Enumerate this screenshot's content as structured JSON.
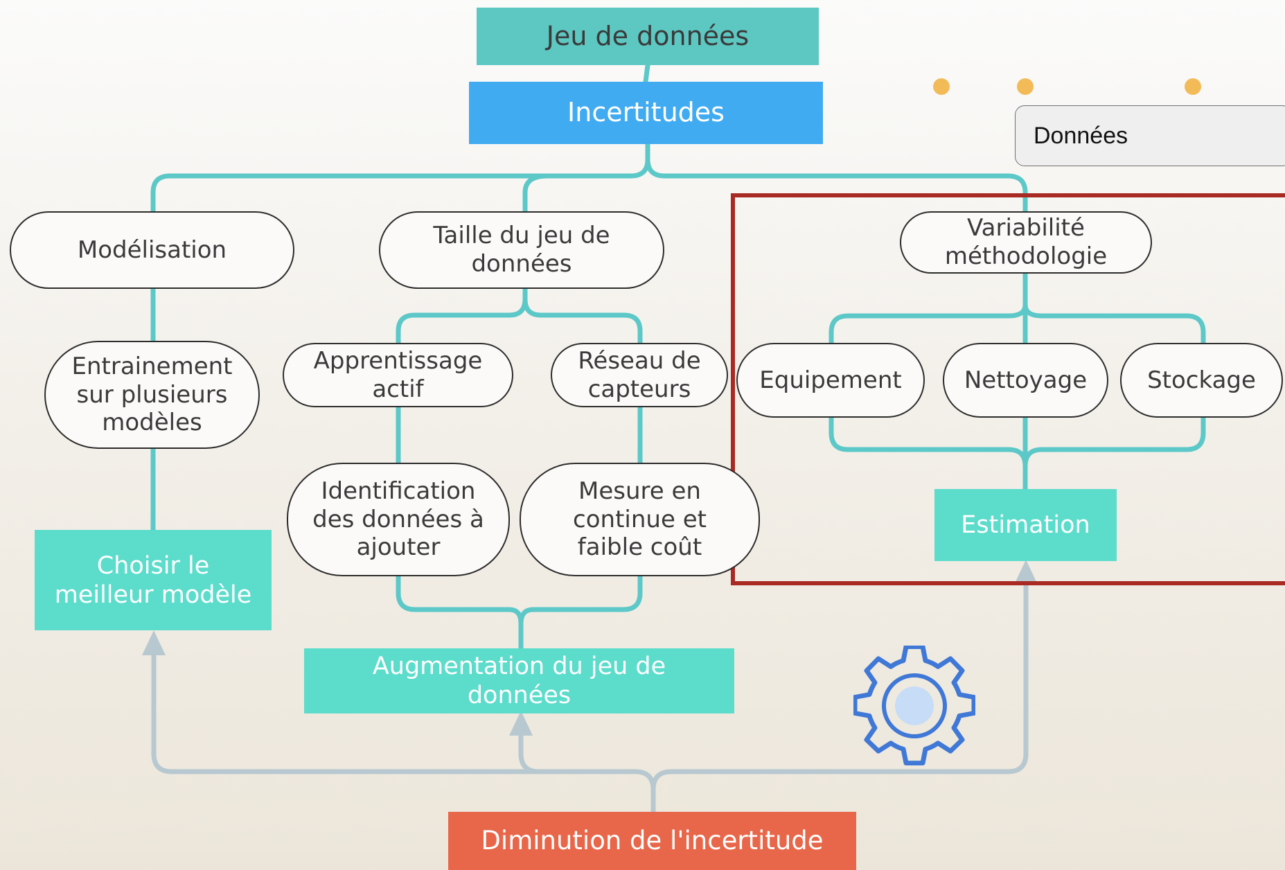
{
  "top": {
    "title": "Jeu de données",
    "subtitle": "Incertitudes"
  },
  "branches": {
    "modelisation": {
      "label": "Modélisation",
      "method": "Entrainement\nsur plusieurs\nmodèles",
      "result": "Choisir le\nmeilleur modèle"
    },
    "taille": {
      "label": "Taille du jeu de\ndonnées",
      "left_method": "Apprentissage\nactif",
      "right_method": "Réseau de\ncapteurs",
      "left_detail": "Identification\ndes données à\najouter",
      "right_detail": "Mesure en\ncontinue et\nfaible coût",
      "result": "Augmentation  du jeu de\ndonnées"
    },
    "variabilite": {
      "label": "Variabilité\nméthodologie",
      "items": [
        "Equipement",
        "Nettoyage",
        "Stockage"
      ],
      "result": "Estimation"
    }
  },
  "bottom": {
    "label": "Diminution de l'incertitude"
  },
  "data_tag": {
    "label": "Données"
  },
  "icons": {
    "gear": "gear-icon"
  },
  "colors": {
    "teal": "#5cdccb",
    "teal_dark": "#5dc7c2",
    "blue": "#41abf2",
    "orange": "#e8674a",
    "connector": "#5cc8c8",
    "arrow": "#b7c8d0",
    "highlight": "#a92a23",
    "dots": "#f2bb58"
  }
}
